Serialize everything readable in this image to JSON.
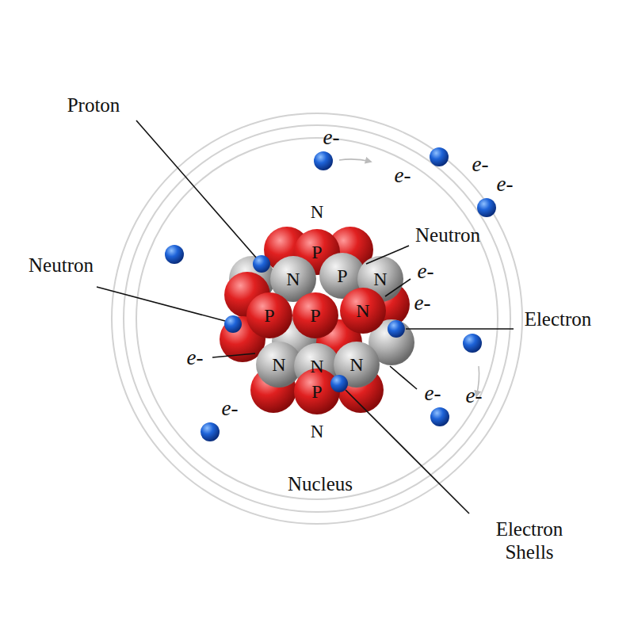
{
  "diagram": {
    "nodes": [
      {
        "text": [
          "P"
        ]
      },
      {
        "text": [
          "N"
        ]
      },
      {
        "text": [
          "P"
        ]
      },
      {
        "text": [
          "N"
        ]
      },
      {
        "text": [
          "P"
        ]
      },
      {
        "text": [
          "P"
        ]
      },
      {
        "text": [
          "N"
        ]
      },
      {
        "text": [
          "N"
        ]
      },
      {
        "text": [
          "N"
        ]
      },
      {
        "text": [
          "N"
        ]
      },
      {
        "text": [
          "P"
        ]
      }
    ],
    "labels": [
      "Proton",
      "Neutron",
      "Neutron",
      "Electron",
      "Electron Shells",
      "Nucleus",
      "N",
      "N",
      "e-",
      "e-",
      "e-",
      "e-",
      "e-",
      "e-",
      "e-",
      "e-",
      "e-",
      "e-"
    ]
  }
}
